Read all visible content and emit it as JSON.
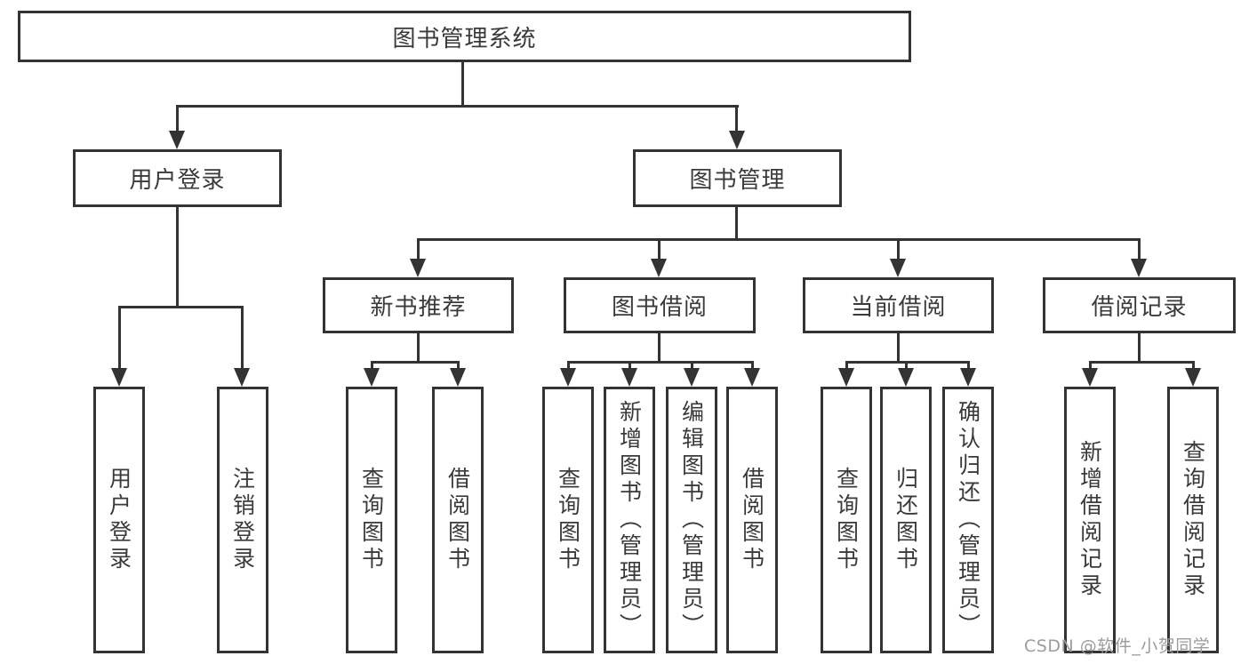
{
  "diagram": {
    "title": "图书管理系统",
    "colors": {
      "line": "#333333",
      "text": "#3a3a3a",
      "background": "#ffffff",
      "watermark_text": "#9c9c9c"
    },
    "root": {
      "label": "图书管理系统"
    },
    "branches": {
      "user_login": {
        "label": "用户登录"
      },
      "book_management": {
        "label": "图书管理"
      }
    },
    "modules": {
      "new_book_recommend": {
        "label": "新书推荐"
      },
      "book_borrowing": {
        "label": "图书借阅"
      },
      "current_borrowing": {
        "label": "当前借阅"
      },
      "borrowing_records": {
        "label": "借阅记录"
      }
    },
    "leaves": {
      "user_login_leaf": {
        "label": "用户登录"
      },
      "logout_leaf": {
        "label": "注销登录"
      },
      "recommend_query_books": {
        "label": "查询图书"
      },
      "recommend_borrow_books": {
        "label": "借阅图书"
      },
      "borrowing_query_books": {
        "label": "查询图书"
      },
      "borrowing_add_books": {
        "label": "新增图书（管理员）"
      },
      "borrowing_edit_books": {
        "label": "编辑图书（管理员）"
      },
      "borrowing_borrow_books": {
        "label": "借阅图书"
      },
      "current_query_books": {
        "label": "查询图书"
      },
      "current_return_books": {
        "label": "归还图书"
      },
      "current_confirm_return": {
        "label": "确认归还（管理员）"
      },
      "records_add_record": {
        "label": "新增借阅记录"
      },
      "records_query_record": {
        "label": "查询借阅记录"
      }
    }
  },
  "watermark": "CSDN @软件_小贺同学"
}
